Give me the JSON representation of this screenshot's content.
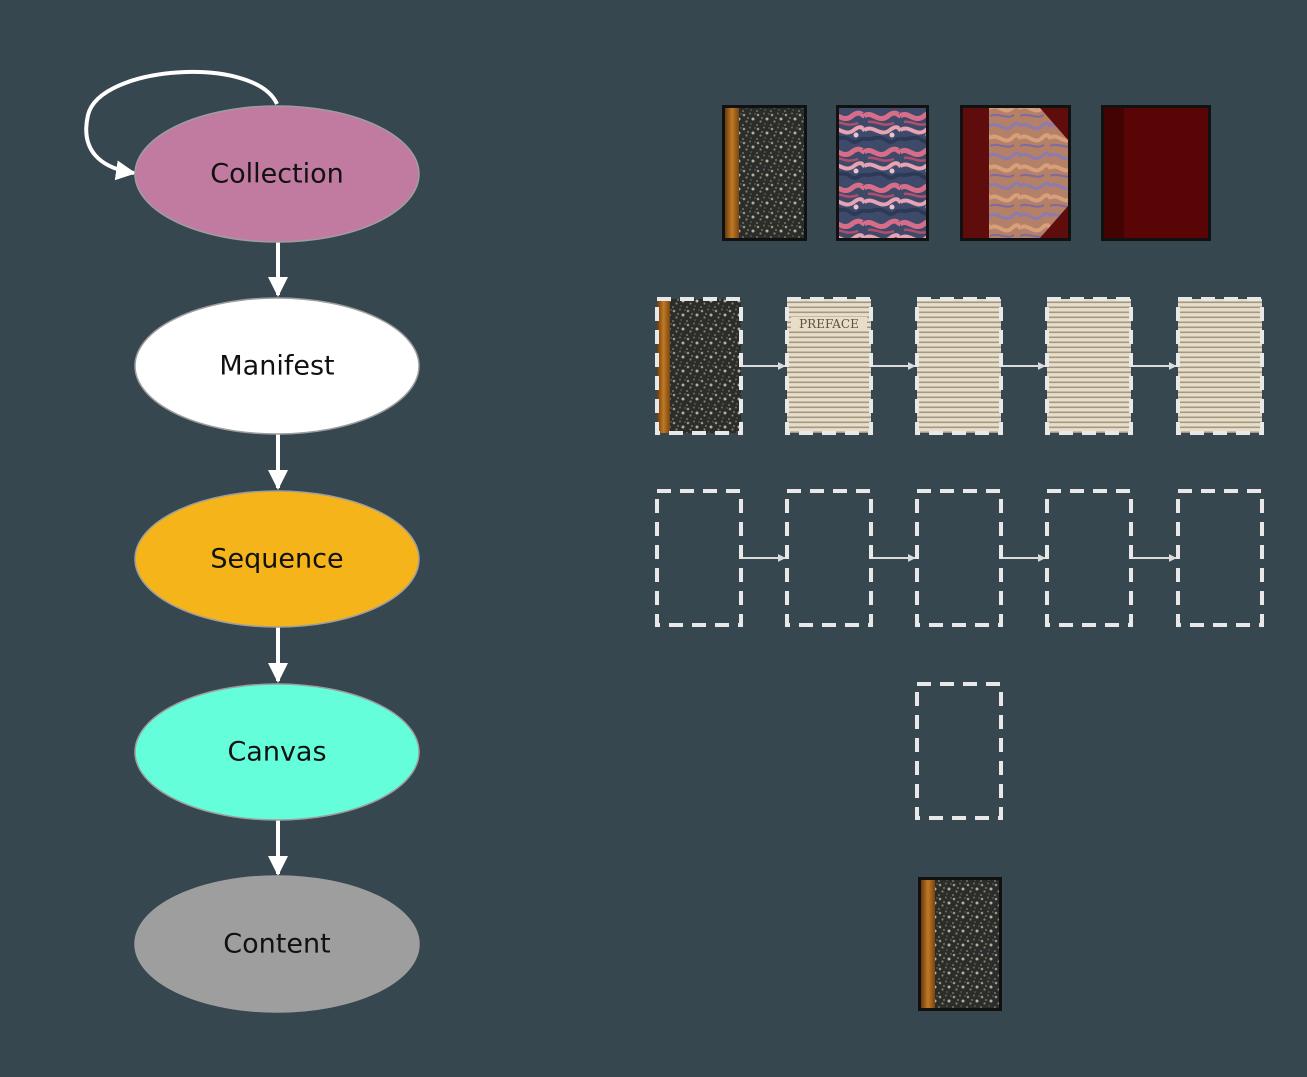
{
  "diagram": {
    "nodes": [
      {
        "id": "collection",
        "label": "Collection",
        "fill": "#c27ba0",
        "text_color": "#111111"
      },
      {
        "id": "manifest",
        "label": "Manifest",
        "fill": "#ffffff",
        "text_color": "#111111"
      },
      {
        "id": "sequence",
        "label": "Sequence",
        "fill": "#f4b41a",
        "text_color": "#111111"
      },
      {
        "id": "canvas",
        "label": "Canvas",
        "fill": "#64ffda",
        "text_color": "#111111"
      },
      {
        "id": "content",
        "label": "Content",
        "fill": "#9e9e9e",
        "text_color": "#111111"
      }
    ],
    "edges": [
      {
        "from": "collection",
        "to": "collection"
      },
      {
        "from": "collection",
        "to": "manifest"
      },
      {
        "from": "manifest",
        "to": "sequence"
      },
      {
        "from": "sequence",
        "to": "canvas"
      },
      {
        "from": "canvas",
        "to": "content"
      }
    ]
  },
  "illustration": {
    "colors": {
      "background": "#37474f",
      "edge": "#ffffff",
      "dashed_frame": "#e8e8e8",
      "connector": "#dcdcdc"
    },
    "collection_row": [
      {
        "kind": "cover-speckled-spine",
        "icon": "book-cover-icon"
      },
      {
        "kind": "marbled-paper",
        "icon": "marbled-endpaper-icon"
      },
      {
        "kind": "half-leather-marbled",
        "icon": "book-cover-icon"
      },
      {
        "kind": "red-cloth",
        "icon": "book-cover-icon"
      }
    ],
    "sequence_row": [
      {
        "kind": "cover-speckled-spine",
        "icon": "book-cover-icon"
      },
      {
        "kind": "preface-page",
        "heading": "PREFACE",
        "icon": "page-icon"
      },
      {
        "kind": "text-page",
        "icon": "page-icon"
      },
      {
        "kind": "text-page",
        "icon": "page-icon"
      },
      {
        "kind": "text-page",
        "icon": "page-icon"
      }
    ],
    "canvas_row_count": 5,
    "content_image": {
      "kind": "cover-speckled-spine",
      "icon": "book-cover-icon"
    }
  }
}
